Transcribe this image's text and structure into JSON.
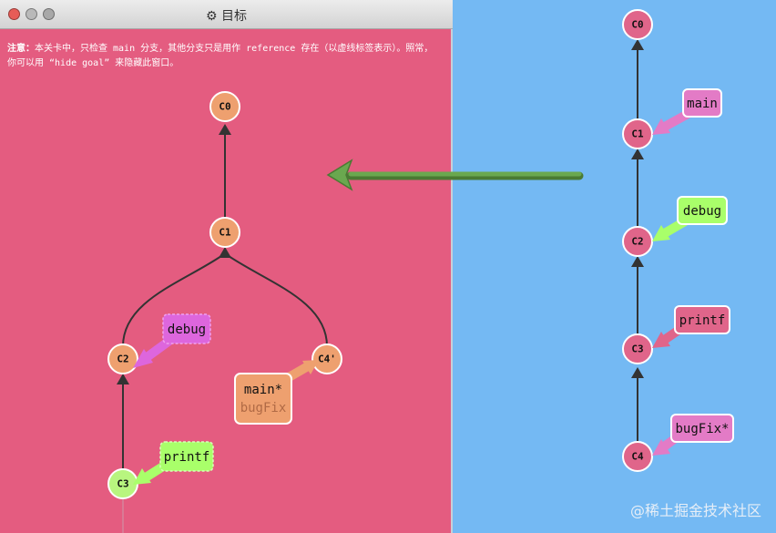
{
  "window": {
    "title": "目标",
    "title_icon": "gear-icon",
    "close_color": "#e75c57"
  },
  "note": {
    "lead": "注意：",
    "body": "本关卡中，只检查 main 分支，其他分支只是用作 reference 存在（以虚线标签表示）。照常，",
    "line2": "你可以用 “hide goal” 来隐藏此窗口。"
  },
  "goal_tree": {
    "commits": [
      "C0",
      "C1",
      "C2",
      "C3",
      "C4'"
    ],
    "branches": {
      "debug": "debug",
      "printf": "printf",
      "main": "main*",
      "bugfix": "bugFix"
    }
  },
  "current_tree": {
    "commits": [
      "C0",
      "C1",
      "C2",
      "C3",
      "C4"
    ],
    "branches": {
      "main": "main",
      "debug": "debug",
      "printf": "printf",
      "bugfix": "bugFix*"
    }
  },
  "watermark": "@稀土掘金技术社区",
  "colors": {
    "goal_bg": "#e45c80",
    "current_bg": "#74b9f3",
    "goal_commit": "#eea06f",
    "current_commit": "#e0658a",
    "c3_goal": "#b8f57f",
    "debug_tag": "#dd66dd",
    "printf_tag": "#a9ff6a",
    "main_tag": "#eea06f",
    "current_tag_pink": "#e37bc6",
    "current_tag_green": "#a9ff6a",
    "current_tag_rose": "#e0658a",
    "arrow": "#6aa84f"
  }
}
